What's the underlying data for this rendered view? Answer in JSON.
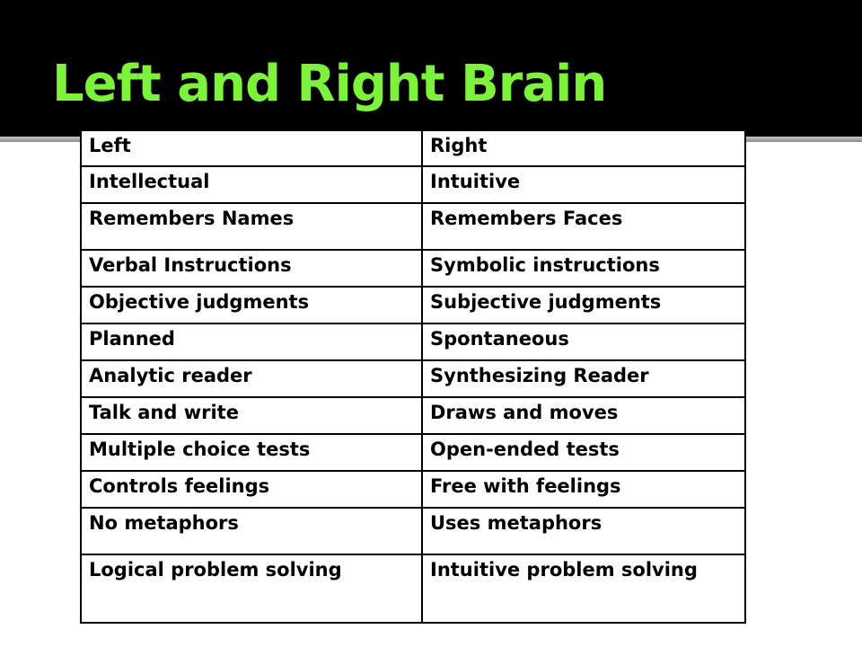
{
  "slide": {
    "title": "Left and Right Brain"
  },
  "table": {
    "header": {
      "left": "Left",
      "right": "Right"
    },
    "rows": [
      {
        "left": "Intellectual",
        "right": "Intuitive"
      },
      {
        "left": "Remembers Names",
        "right": "Remembers Faces"
      },
      {
        "left": "Verbal Instructions",
        "right": "Symbolic instructions"
      },
      {
        "left": "Objective judgments",
        "right": "Subjective judgments"
      },
      {
        "left": "Planned",
        "right": "Spontaneous"
      },
      {
        "left": "Analytic reader",
        "right": "Synthesizing Reader"
      },
      {
        "left": "Talk and write",
        "right": "Draws and moves"
      },
      {
        "left": "Multiple choice tests",
        "right": "Open-ended tests"
      },
      {
        "left": "Controls feelings",
        "right": "Free with feelings"
      },
      {
        "left": "No metaphors",
        "right": "Uses metaphors"
      },
      {
        "left": "Logical problem solving",
        "right": "Intuitive problem solving"
      }
    ]
  },
  "colors": {
    "background": "#000000",
    "title": "#7cf23a",
    "content": "#ffffff",
    "text": "#000000"
  }
}
